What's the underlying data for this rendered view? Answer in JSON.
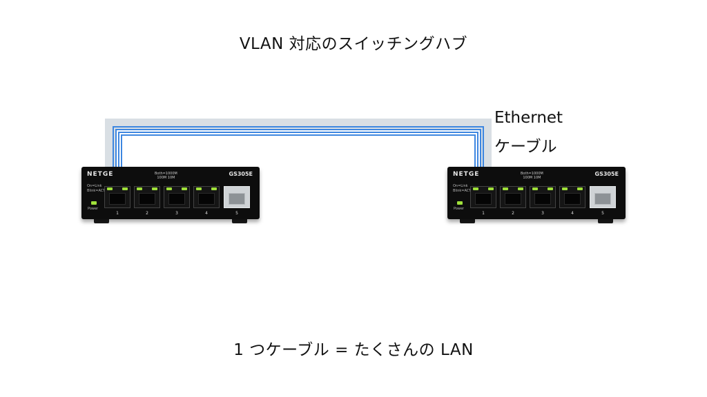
{
  "title": "VLAN 対応のスイッチングハブ",
  "cable_label": [
    "Ethernet",
    "ケーブル"
  ],
  "caption": "1 つケーブル = たくさんの LAN",
  "switches": [
    {
      "brand": "NETGE",
      "model": "GS305E",
      "speed_legend": [
        "Both=1000M",
        "100M  10M"
      ],
      "led_legend": [
        "On=Link",
        "Blink=ACT"
      ],
      "power_label": "Power",
      "port_numbers": [
        "1",
        "2",
        "3",
        "4",
        "5"
      ]
    },
    {
      "brand": "NETGE",
      "model": "GS305E",
      "speed_legend": [
        "Both=1000M",
        "100M  10M"
      ],
      "led_legend": [
        "On=Link",
        "Blink=ACT"
      ],
      "power_label": "Power",
      "port_numbers": [
        "1",
        "2",
        "3",
        "4",
        "5"
      ]
    }
  ],
  "colors": {
    "cable_jacket": "#d9dfe4",
    "vlan_lines": "#3d86e0",
    "link_led": "#9fe03a",
    "switch_body": "#0d0d0d"
  }
}
